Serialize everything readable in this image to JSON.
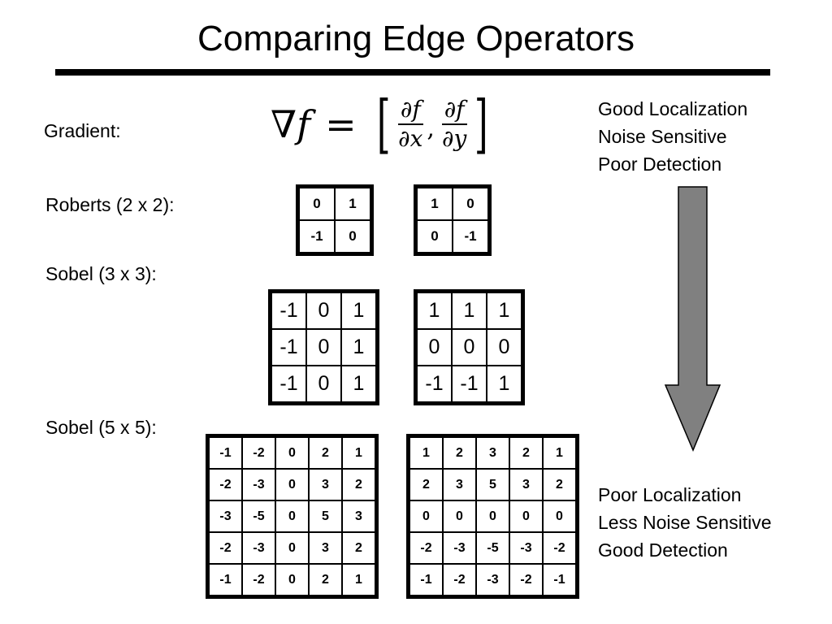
{
  "title": "Comparing Edge Operators",
  "labels": {
    "gradient": "Gradient:",
    "roberts": "Roberts (2 x 2):",
    "sobel3": "Sobel (3 x 3):",
    "sobel5": "Sobel (5 x 5):"
  },
  "formula": {
    "nabla": "∇",
    "f": "f",
    "eq": "=",
    "open": "[",
    "close": "]",
    "num1": "∂f",
    "den1": "∂x",
    "comma": ",",
    "num2": "∂f",
    "den2": "∂y"
  },
  "notes_top": [
    "Good Localization",
    "Noise Sensitive",
    "Poor Detection"
  ],
  "notes_bottom": [
    "Poor Localization",
    "Less Noise Sensitive",
    "Good Detection"
  ],
  "arrow": {
    "color": "#808080",
    "direction": "down"
  },
  "kernels": {
    "roberts_a": [
      [
        "0",
        "1"
      ],
      [
        "-1",
        "0"
      ]
    ],
    "roberts_b": [
      [
        "1",
        "0"
      ],
      [
        "0",
        "-1"
      ]
    ],
    "sobel3_x": [
      [
        "-1",
        "0",
        "1"
      ],
      [
        "-1",
        "0",
        "1"
      ],
      [
        "-1",
        "0",
        "1"
      ]
    ],
    "sobel3_y": [
      [
        "1",
        "1",
        "1"
      ],
      [
        "0",
        "0",
        "0"
      ],
      [
        "-1",
        "-1",
        "1"
      ]
    ],
    "sobel5_x": [
      [
        "-1",
        "-2",
        "0",
        "2",
        "1"
      ],
      [
        "-2",
        "-3",
        "0",
        "3",
        "2"
      ],
      [
        "-3",
        "-5",
        "0",
        "5",
        "3"
      ],
      [
        "-2",
        "-3",
        "0",
        "3",
        "2"
      ],
      [
        "-1",
        "-2",
        "0",
        "2",
        "1"
      ]
    ],
    "sobel5_y": [
      [
        "1",
        "2",
        "3",
        "2",
        "1"
      ],
      [
        "2",
        "3",
        "5",
        "3",
        "2"
      ],
      [
        "0",
        "0",
        "0",
        "0",
        "0"
      ],
      [
        "-2",
        "-3",
        "-5",
        "-3",
        "-2"
      ],
      [
        "-1",
        "-2",
        "-3",
        "-2",
        "-1"
      ]
    ]
  }
}
